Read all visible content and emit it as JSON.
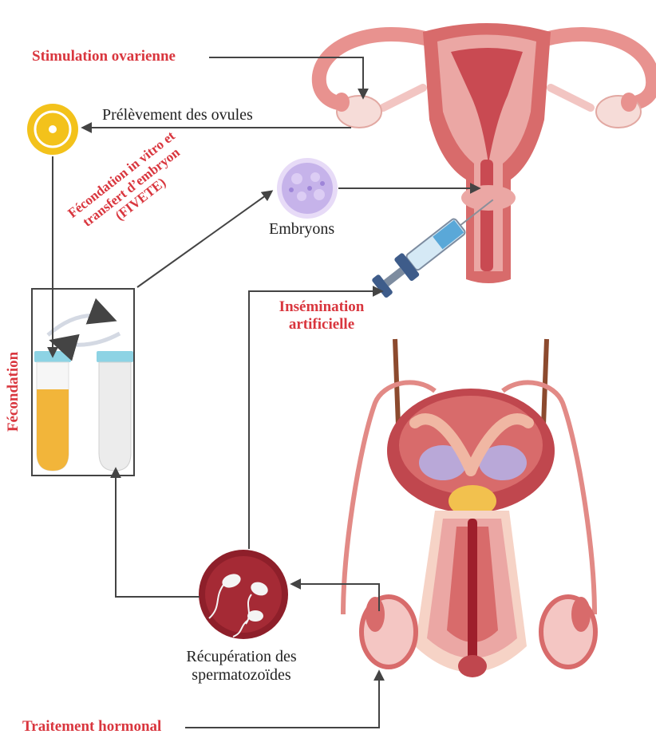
{
  "labels": {
    "stimulation": "Stimulation ovarienne",
    "prelevement": "Prélèvement des ovules",
    "fivete_line1": "Fécondation in vitro et",
    "fivete_line2": "transfert d’embryon",
    "fivete_line3": "(FIVETE)",
    "embryons": "Embryons",
    "insemination_line1": "Insémination",
    "insemination_line2": "artificielle",
    "fecondation": "Fécondation",
    "recuperation_line1": "Récupération des",
    "recuperation_line2": "spermatozoïdes",
    "traitement": "Traitement hormonal"
  },
  "colors": {
    "accent_red": "#d9363e",
    "arrow": "#444444",
    "ovum_yellow": "#f3c21b",
    "embryo_purple": "#c6b3ea",
    "sperm_circle": "#8e1f2a",
    "uterus": "#d86b6b",
    "tube_yellow": "#f2b53a",
    "tube_cap": "#8dd3e4"
  }
}
